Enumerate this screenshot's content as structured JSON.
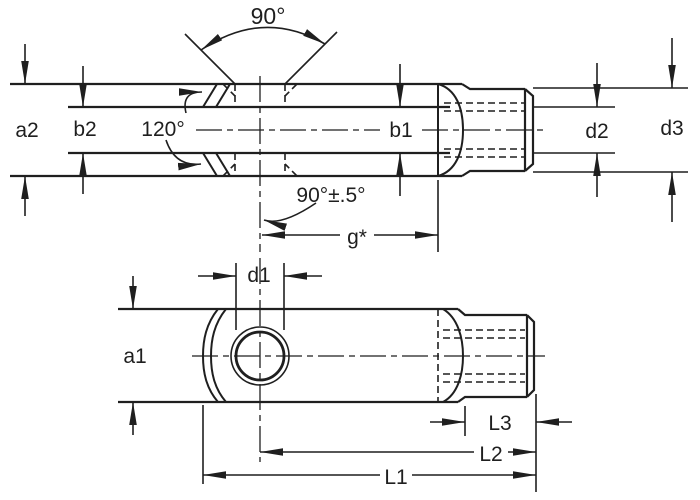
{
  "drawing": {
    "colors": {
      "background": "#ffffff",
      "ink": "#1f1f1f"
    },
    "side_view": {
      "labels": {
        "countersink_angle": "90°",
        "a2": "a2",
        "b2": "b2",
        "fork_chamfer_angle": "120°",
        "b1": "b1",
        "d2": "d2",
        "d3": "d3",
        "pin_axis_angle": "90°±.5°",
        "g": "g*"
      }
    },
    "plan_view": {
      "labels": {
        "d1": "d1",
        "a1": "a1",
        "L3": "L3",
        "L2": "L2",
        "L1": "L1"
      }
    }
  }
}
